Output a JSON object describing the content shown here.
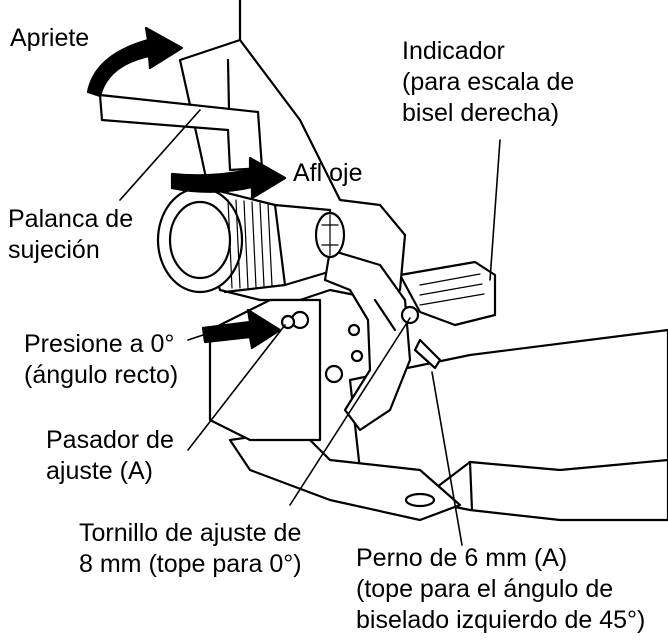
{
  "labels": {
    "apriete": "Apriete",
    "afloje": "Afl oje",
    "indicador": [
      "Indicador",
      "(para escala de",
      "bisel derecha)"
    ],
    "palanca": [
      "Palanca de",
      "sujeción"
    ],
    "presione": [
      "Presione a 0°",
      "(ángulo recto)"
    ],
    "pasador": [
      "Pasador de",
      "ajuste (A)"
    ],
    "tornillo": [
      "Tornillo de ajuste de",
      "8 mm (tope para 0°)"
    ],
    "perno": [
      "Perno de 6 mm (A)",
      "(tope para el ángulo de",
      "biselado izquierdo de 45°)"
    ]
  },
  "colors": {
    "line": "#000000",
    "fill": "#ffffff",
    "shade": "#d9d9d9"
  }
}
